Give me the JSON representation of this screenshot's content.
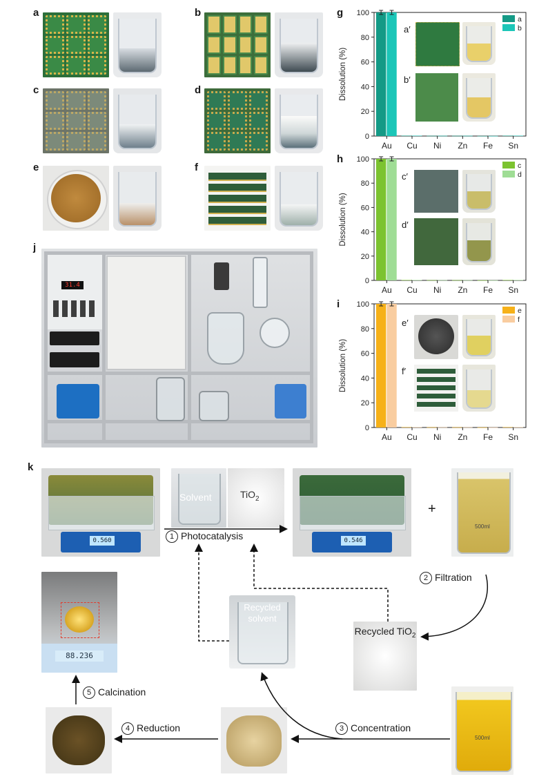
{
  "panels": {
    "a": "a",
    "b": "b",
    "c": "c",
    "d": "d",
    "e": "e",
    "f": "f",
    "g": "g",
    "h": "h",
    "i": "i",
    "j": "j",
    "k": "k"
  },
  "inset_labels": {
    "g_top": "a′",
    "g_bottom": "b′",
    "h_top": "c′",
    "h_bottom": "d′",
    "i_top": "e′",
    "i_bottom": "f′"
  },
  "chart_data": [
    {
      "type": "bar",
      "panel": "g",
      "categories": [
        "Au",
        "Cu",
        "Ni",
        "Zn",
        "Fe",
        "Sn"
      ],
      "series": [
        {
          "name": "a",
          "values": [
            100,
            0.3,
            0.2,
            0.2,
            0.1,
            0.3
          ],
          "color": "#149a86"
        },
        {
          "name": "b",
          "values": [
            100,
            0.3,
            0.2,
            0.2,
            0.1,
            0.3
          ],
          "color": "#1cc6b8"
        }
      ],
      "ylabel": "Dissolution (%)",
      "ylim": [
        0,
        100
      ],
      "yticks": [
        0,
        20,
        40,
        60,
        80,
        100
      ],
      "legend": "top-right"
    },
    {
      "type": "bar",
      "panel": "h",
      "categories": [
        "Au",
        "Cu",
        "Ni",
        "Zn",
        "Fe",
        "Sn"
      ],
      "series": [
        {
          "name": "c",
          "values": [
            100,
            0.3,
            0.2,
            0.2,
            0.1,
            0.3
          ],
          "color": "#7cc330"
        },
        {
          "name": "d",
          "values": [
            100,
            0.3,
            0.2,
            0.2,
            0.1,
            0.3
          ],
          "color": "#9fdd95"
        }
      ],
      "ylabel": "Dissolution (%)",
      "ylim": [
        0,
        100
      ],
      "yticks": [
        0,
        20,
        40,
        60,
        80,
        100
      ],
      "legend": "top-right"
    },
    {
      "type": "bar",
      "panel": "i",
      "categories": [
        "Au",
        "Cu",
        "Ni",
        "Zn",
        "Fe",
        "Sn"
      ],
      "series": [
        {
          "name": "e",
          "values": [
            100,
            0.3,
            0.2,
            0.2,
            0.1,
            0.3
          ],
          "color": "#f6b119"
        },
        {
          "name": "f",
          "values": [
            100,
            0.3,
            0.2,
            0.2,
            0.1,
            0.3
          ],
          "color": "#f9cda0"
        }
      ],
      "ylabel": "Dissolution (%)",
      "ylim": [
        0,
        100
      ],
      "yticks": [
        0,
        20,
        40,
        60,
        80,
        100
      ],
      "legend": "top-right"
    }
  ],
  "equipment": {
    "controller_display": "31.4"
  },
  "process": {
    "solvent_label": "Solvent",
    "tio2_label_main": "TiO",
    "tio2_sub": "2",
    "scale1": "0.560",
    "scale2": "0.546",
    "scale3": "88.236",
    "beaker_mark": "500ml",
    "plus": "+",
    "recycled_solvent": "Recycled solvent",
    "recycled_tio2_main": "Recycled TiO",
    "recycled_tio2_sub": "2",
    "steps": [
      {
        "num": "1",
        "label": "Photocatalysis"
      },
      {
        "num": "2",
        "label": "Filtration"
      },
      {
        "num": "3",
        "label": "Concentration"
      },
      {
        "num": "4",
        "label": "Reduction"
      },
      {
        "num": "5",
        "label": "Calcination"
      }
    ]
  },
  "colors": {
    "pcb_green": "#2f7a3c",
    "gold": "#d4b24a",
    "solution_yellow": "#e7c552",
    "frame_gray": "#b9bcc0"
  }
}
